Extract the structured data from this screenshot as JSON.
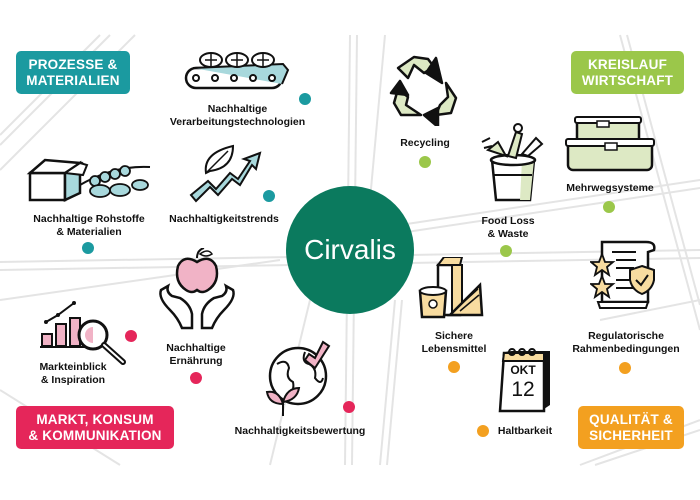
{
  "center": {
    "title": "Cirvalis",
    "color": "#0b7a5e"
  },
  "categories": [
    {
      "id": "prozesse",
      "lines": [
        "PROZESSE &",
        "MATERIALIEN"
      ],
      "color": "#1b9aa0"
    },
    {
      "id": "kreislauf",
      "lines": [
        "KREISLAUF",
        "WIRTSCHAFT"
      ],
      "color": "#9bc74a"
    },
    {
      "id": "markt",
      "lines": [
        "MARKT, KONSUM",
        "& KOMMUNIKATION"
      ],
      "color": "#e5265a"
    },
    {
      "id": "qualitaet",
      "lines": [
        "QUALITÄT &",
        "SICHERHEIT"
      ],
      "color": "#f3a020"
    }
  ],
  "topics": [
    {
      "id": "verarbeitung",
      "category": "prozesse",
      "lines": [
        "Nachhaltige",
        "Verarbeitungstechnologien"
      ],
      "icon": "conveyor-belt-icon"
    },
    {
      "id": "rohstoffe",
      "category": "prozesse",
      "lines": [
        "Nachhaltige Rohstoffe",
        "& Materialien"
      ],
      "icon": "box-peas-icon"
    },
    {
      "id": "trends",
      "category": "prozesse",
      "lines": [
        "Nachhaltigkeitstrends"
      ],
      "icon": "leaf-trend-arrow-icon"
    },
    {
      "id": "recycling",
      "category": "kreislauf",
      "lines": [
        "Recycling"
      ],
      "icon": "recycle-icon"
    },
    {
      "id": "foodloss",
      "category": "kreislauf",
      "lines": [
        "Food Loss",
        "& Waste"
      ],
      "icon": "food-waste-bin-icon"
    },
    {
      "id": "mehrweg",
      "category": "kreislauf",
      "lines": [
        "Mehrwegsysteme"
      ],
      "icon": "reusable-containers-icon"
    },
    {
      "id": "markteinblick",
      "category": "markt",
      "lines": [
        "Markteinblick",
        "& Inspiration"
      ],
      "icon": "chart-magnifier-icon"
    },
    {
      "id": "ernaehrung",
      "category": "markt",
      "lines": [
        "Nachhaltige",
        "Ernährung"
      ],
      "icon": "apple-hands-icon"
    },
    {
      "id": "bewertung",
      "category": "markt",
      "lines": [
        "Nachhaltigkeitsbewertung"
      ],
      "icon": "globe-check-icon"
    },
    {
      "id": "sichere",
      "category": "qualitaet",
      "lines": [
        "Sichere",
        "Lebensmittel"
      ],
      "icon": "food-packages-icon"
    },
    {
      "id": "regulatorisch",
      "category": "qualitaet",
      "lines": [
        "Regulatorische",
        "Rahmenbedingungen"
      ],
      "icon": "certificate-shield-icon"
    },
    {
      "id": "haltbarkeit",
      "category": "qualitaet",
      "lines": [
        "Haltbarkeit"
      ],
      "icon": "calendar-icon"
    }
  ],
  "calendar": {
    "month": "OKT",
    "day": "12"
  }
}
